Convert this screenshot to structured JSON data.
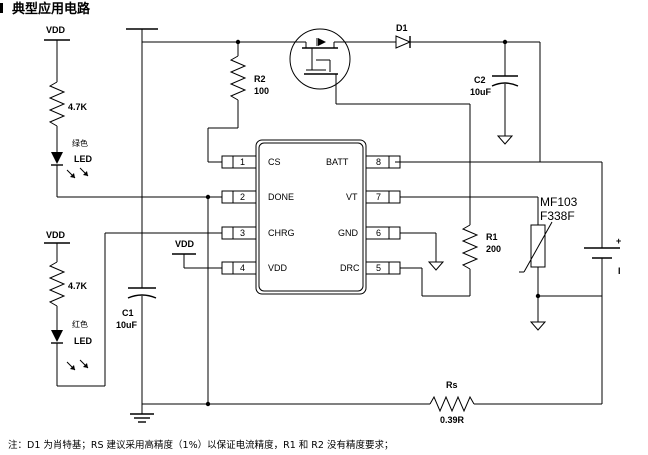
{
  "section_title": "典型应用电路",
  "ic": {
    "pins_left": [
      {
        "num": "1",
        "name": "CS"
      },
      {
        "num": "2",
        "name": "DONE"
      },
      {
        "num": "3",
        "name": "CHRG"
      },
      {
        "num": "4",
        "name": "VDD"
      }
    ],
    "pins_right": [
      {
        "num": "8",
        "name": "BATT"
      },
      {
        "num": "7",
        "name": "VT"
      },
      {
        "num": "6",
        "name": "GND"
      },
      {
        "num": "5",
        "name": "DRC"
      }
    ]
  },
  "components": {
    "vdd_top": "VDD",
    "vdd_bottom": "VDD",
    "vdd_pin4": "VDD",
    "r_led_top": "4.7K",
    "r_led_bottom": "4.7K",
    "led_top_color": "绿色",
    "led_top": "LED",
    "led_bottom_color": "红色",
    "led_bottom": "LED",
    "r2_name": "R2",
    "r2_value": "100",
    "d1": "D1",
    "c2_name": "C2",
    "c2_value": "10uF",
    "r1_name": "R1",
    "r1_value": "200",
    "therm_line1": "MF103",
    "therm_line2": "F338F",
    "c1_name": "C1",
    "c1_value": "10uF",
    "rs_name": "Rs",
    "rs_value": "0.39R",
    "battery_plus": "+",
    "battery_minus": "I"
  },
  "note": "注：D1 为肖特基；RS 建议采用高精度（1%）以保证电流精度，R1 和 R2 没有精度要求；"
}
